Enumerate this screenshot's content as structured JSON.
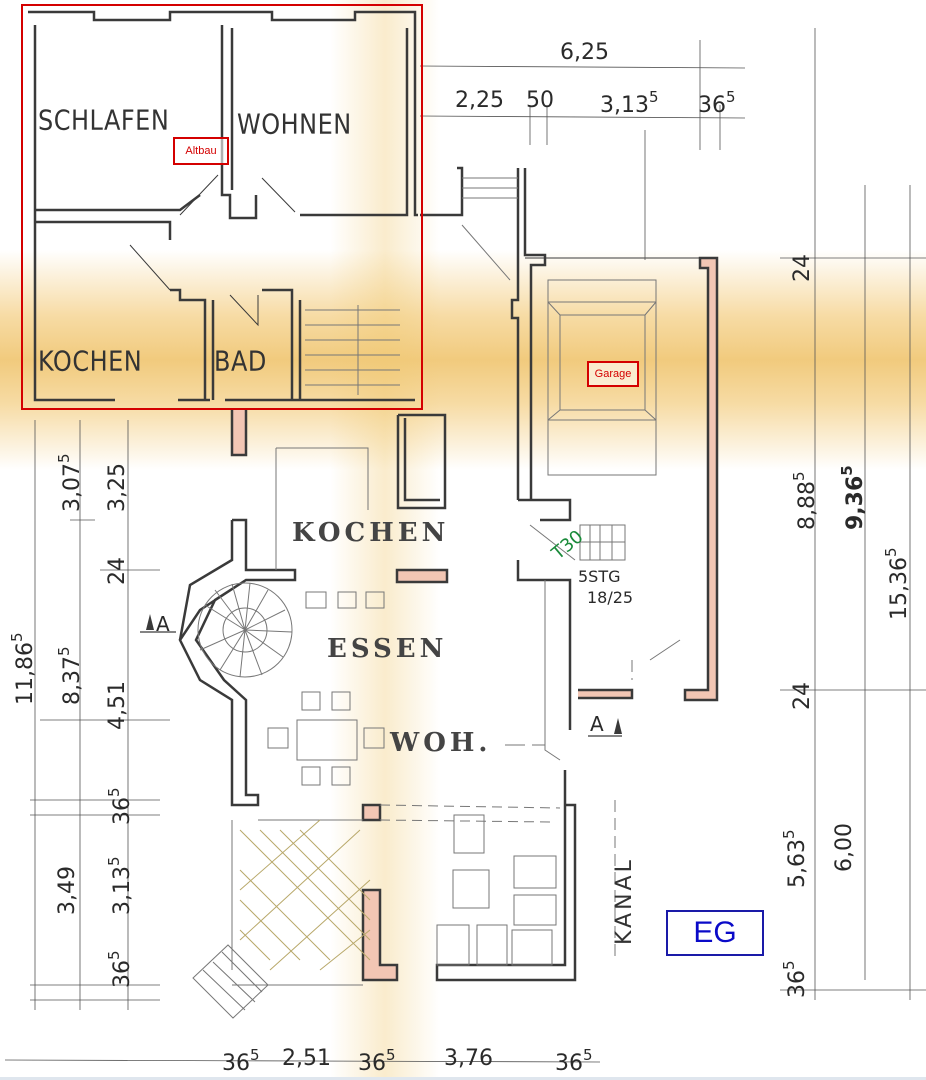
{
  "drawing": {
    "title": "EG",
    "title_color": "#0a0ac8",
    "accent_red": "#d40000",
    "wall_fill": "#f2c6b4",
    "highlight_band": "#ebb446"
  },
  "annotations": {
    "altbau": "Altbau",
    "garage": "Garage",
    "green_note": "T30",
    "section_left": "A",
    "section_right": "A"
  },
  "rooms": {
    "schlafen": "SCHLAFEN",
    "wohnen": "WOHNEN",
    "kochen_old": "KOCHEN",
    "bad": "BAD",
    "kochen_new": "KOCHEN",
    "essen": "ESSEN",
    "wohnen_short": "WOH.",
    "kanal": "KANAL"
  },
  "stairs": {
    "steps": "5STG",
    "ratio": "18/25"
  },
  "dimensions": {
    "top": {
      "total": "6,25",
      "segments": [
        {
          "v": "2,25",
          "sup": ""
        },
        {
          "v": "50",
          "sup": ""
        },
        {
          "v": "3,13",
          "sup": "5"
        },
        {
          "v": "36",
          "sup": "5"
        }
      ]
    },
    "right": {
      "top_24": "24",
      "mid_24": "24",
      "d1": {
        "v": "8,88",
        "sup": "5"
      },
      "d2": {
        "v": "9,36",
        "sup": "5"
      },
      "d3": {
        "v": "15,36",
        "sup": "5"
      },
      "d4": {
        "v": "5,63",
        "sup": "5"
      },
      "d5": "6,00",
      "d6": {
        "v": "36",
        "sup": "5"
      }
    },
    "left": {
      "a1": {
        "v": "3,07",
        "sup": "5"
      },
      "a2": "3,25",
      "a3": "24",
      "b1": {
        "v": "11,86",
        "sup": "5"
      },
      "b2": {
        "v": "8,37",
        "sup": "5"
      },
      "b3": "4,51",
      "c1": {
        "v": "36",
        "sup": "5"
      },
      "d1": "3,49",
      "d2": {
        "v": "3,13",
        "sup": "5"
      },
      "e1": {
        "v": "36",
        "sup": "5"
      }
    },
    "bottom": {
      "segments": [
        {
          "v": "36",
          "sup": "5"
        },
        {
          "v": "2,51",
          "sup": ""
        },
        {
          "v": "36",
          "sup": "5"
        },
        {
          "v": "3,76",
          "sup": ""
        },
        {
          "v": "36",
          "sup": "5"
        }
      ]
    }
  }
}
